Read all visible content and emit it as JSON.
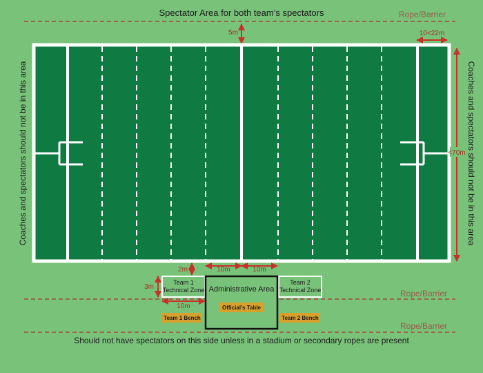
{
  "labels": {
    "spectator_area": "Spectator Area for both team’s spectators",
    "rope_barrier": "Rope/Barrier",
    "side_zone": "Coaches and spectators should not be in this area",
    "bottom_note": "Should not have spectators on this side unless in a stadium or secondary ropes are present",
    "administrative_area": "Administrative Area",
    "officials_table": "Official’s Table",
    "team1_zone_line1": "Team 1",
    "team1_zone_line2": "Technical Zone",
    "team2_zone_line1": "Team 2",
    "team2_zone_line2": "Technical Zone",
    "team1_bench": "Team 1 Bench",
    "team2_bench": "Team 2 Bench"
  },
  "measurements": {
    "top_gap": "5m",
    "in_goal": "10<22m",
    "width": "<70m",
    "zone_gap": "2m",
    "zone_depth": "3m",
    "zone_length": "10m",
    "left_admin_offset": "10m",
    "right_admin_offset": "10m"
  },
  "colors": {
    "background": "#79c27a",
    "pitch": "#0f7a41",
    "lines": "#ffffff",
    "rope": "#a34a3a",
    "arrow": "#c8302a",
    "bench": "#d9a12c",
    "admin_border": "#111111",
    "label_text": "#9a5b48"
  }
}
